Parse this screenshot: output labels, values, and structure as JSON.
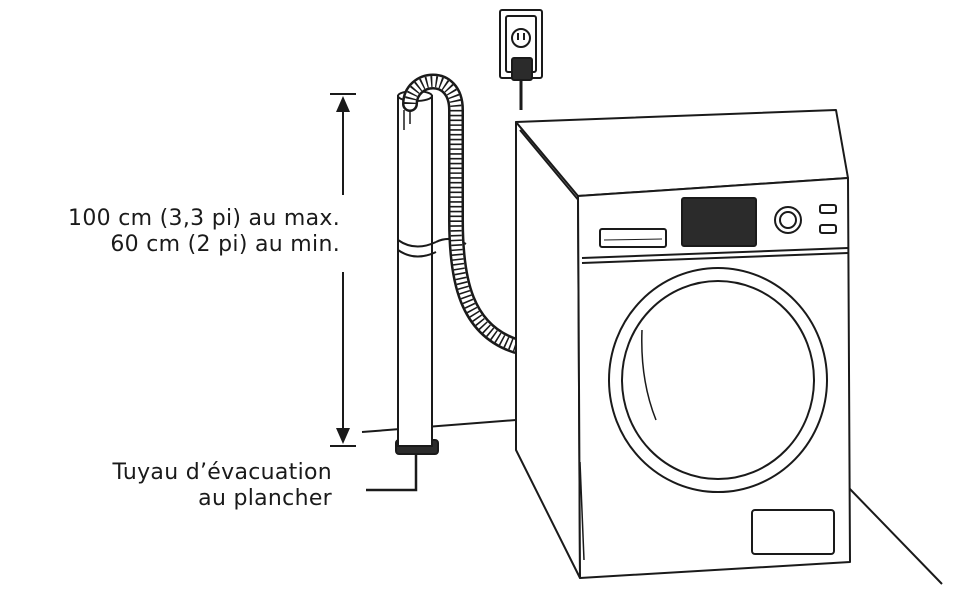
{
  "labels": {
    "height_max": "100 cm (3,3 pi) au max.",
    "height_min": "60 cm (2 pi) au min.",
    "drain_line1": "Tuyau d’évacuation",
    "drain_line2": "au plancher"
  },
  "colors": {
    "ink": "#1a1a1a",
    "panel_dark": "#2b2b2b",
    "background": "#ffffff"
  },
  "icons": {
    "outlet": "wall-outlet-icon",
    "washer": "front-load-washer-icon",
    "standpipe": "floor-drain-standpipe-icon",
    "hose": "drain-hose-icon"
  }
}
